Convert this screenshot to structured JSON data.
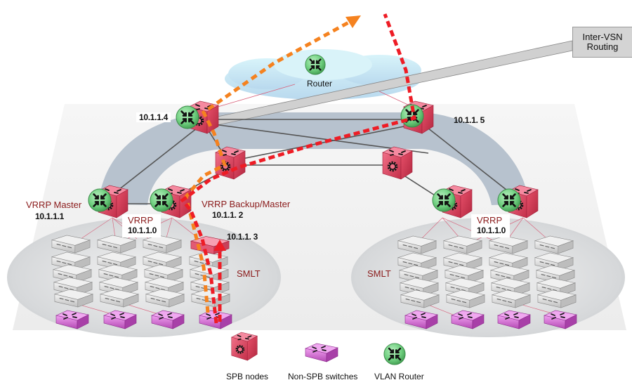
{
  "diagram": {
    "cloud": {
      "label": "Router"
    },
    "callout": {
      "line1": "Inter-VSN",
      "line2": "Routing"
    },
    "nodes": {
      "top_left_ip": "10.1.1.4",
      "top_right_ip": "10.1.1. 5",
      "left_master_role": "VRRP Master",
      "left_master_ip": "10.1.1.1",
      "left_backup_role": "VRRP Backup/Master",
      "left_backup_ip": "10.1.1. 2",
      "edge_switch_ip": "10.1.1. 3"
    },
    "left_cluster": {
      "vrrp_label": "VRRP",
      "vrrp_ip": "10.1.1.0",
      "smlt_label": "SMLT"
    },
    "right_cluster": {
      "vrrp_label": "VRRP",
      "vrrp_ip": "10.1.1.0",
      "smlt_label": "SMLT"
    },
    "legend": [
      {
        "icon": "spb-node-icon",
        "label": "SPB nodes"
      },
      {
        "icon": "non-spb-switch-icon",
        "label": "Non-SPB switches"
      },
      {
        "icon": "vlan-router-icon",
        "label": "VLAN Router"
      }
    ],
    "colors": {
      "spb_node": "#e0465e",
      "non_spb_switch": "#c95bc9",
      "vlan_router": "#6fcf7f",
      "path_orange": "#f5821f",
      "path_red": "#ee1c25",
      "platform": "#f0f0f0",
      "core_band": "#b4c0cc",
      "cloud": "#cdeef6"
    }
  }
}
